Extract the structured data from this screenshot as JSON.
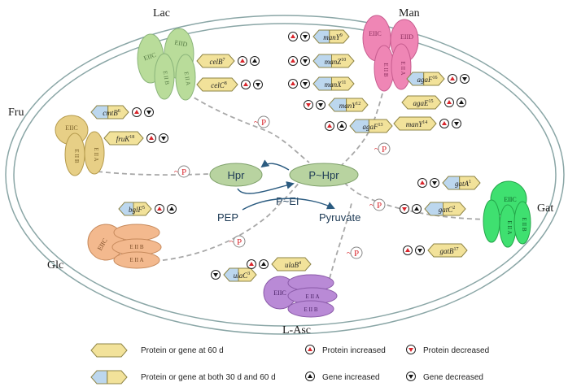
{
  "colors": {
    "yellow": "#f2e29a",
    "blue": "#bcd7ee",
    "up_red": "#d9262c",
    "lac": "#b9dc9a",
    "man": "#ef86b5",
    "fru": "#e7cf86",
    "glc": "#f3b98e",
    "gat": "#3fe070",
    "asc": "#b98ad6",
    "hpr": "#b8d3a0"
  },
  "complexes": {
    "lac": {
      "name": "Lac",
      "sub": [
        "EIIC",
        "EIID",
        "E II B",
        "E II A"
      ]
    },
    "man": {
      "name": "Man",
      "sub": [
        "EIIC",
        "EIID",
        "E II B",
        "E II A"
      ]
    },
    "fru": {
      "name": "Fru",
      "sub": [
        "EIIC",
        "E II B",
        "E II A"
      ]
    },
    "glc": {
      "name": "Glc",
      "sub": [
        "EIIC",
        "E II B",
        "E II A"
      ]
    },
    "gat": {
      "name": "Gat",
      "sub": [
        "EIIC",
        "E II A",
        "E II B"
      ]
    },
    "asc": {
      "name": "L-Asc",
      "sub": [
        "EIIC",
        "E II A",
        "E II B"
      ]
    }
  },
  "genes": [
    {
      "name": "celB",
      "sup": "7"
    },
    {
      "name": "celC",
      "sup": "8"
    },
    {
      "name": "manY",
      "sup": "9"
    },
    {
      "name": "manZ",
      "sup": "10"
    },
    {
      "name": "manX",
      "sup": "11"
    },
    {
      "name": "manY",
      "sup": "12"
    },
    {
      "name": "agaF",
      "sup": "13"
    },
    {
      "name": "agaF",
      "sup": "16"
    },
    {
      "name": "agaE",
      "sup": "15"
    },
    {
      "name": "manY",
      "sup": "14"
    },
    {
      "name": "cmtB",
      "sup": "6"
    },
    {
      "name": "fruK",
      "sup": "18"
    },
    {
      "name": "bglF",
      "sup": "5"
    },
    {
      "name": "ulaC",
      "sup": "3"
    },
    {
      "name": "ulaB",
      "sup": "4"
    },
    {
      "name": "gatA",
      "sup": "1"
    },
    {
      "name": "gatC",
      "sup": "2"
    },
    {
      "name": "gatB",
      "sup": "17"
    }
  ],
  "center": {
    "hpr": "Hpr",
    "p_hpr": "P~Hpr",
    "p_ei": "P~EI",
    "pep": "PEP",
    "pyruvate": "Pyruvate",
    "p_marker": "P",
    "tilde": "~"
  },
  "legend": {
    "yellow_label": "Protein or gene at 60 d",
    "blue_label": "Protein or gene at both 30 d and 60 d",
    "protein_increased": "Protein increased",
    "protein_decreased": "Protein decreased",
    "gene_increased": "Gene increased",
    "gene_decreased": "Gene decreased"
  }
}
